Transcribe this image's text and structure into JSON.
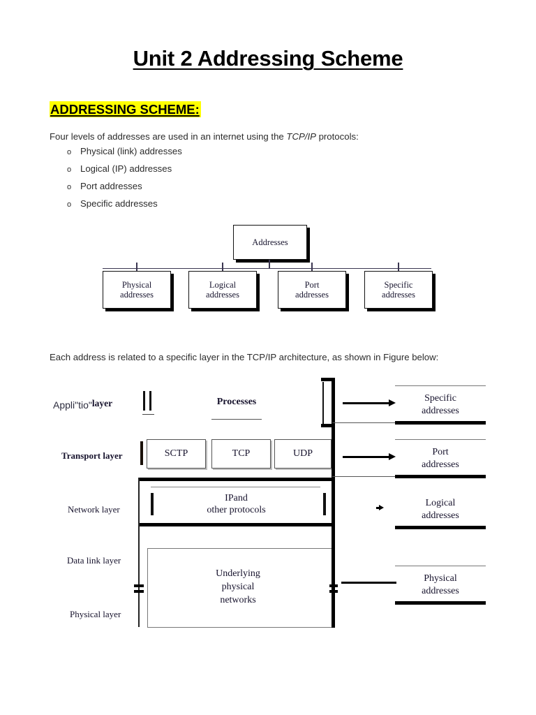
{
  "document": {
    "title": "Unit 2 Addressing Scheme",
    "section_heading": "ADDRESSING SCHEME:",
    "intro_before_italic": "Four levels of addresses are used in an internet using the ",
    "intro_italic": "TCP/IP",
    "intro_after_italic": " protocols:",
    "bullets": [
      {
        "marker": "o",
        "label": "Physical (link) addresses"
      },
      {
        "marker": "o",
        "label": "Logical (IP) addresses"
      },
      {
        "marker": "o",
        "label": "Port addresses"
      },
      {
        "marker": "o",
        "label": "Specific addresses"
      }
    ],
    "figure2_caption": "Each address is related to a specific layer in the TCP/IP architecture, as shown in Figure below:"
  },
  "figure1": {
    "root": "Addresses",
    "leaves": [
      "Physical\naddresses",
      "Logical\naddresses",
      "Port\naddresses",
      "Specific\naddresses"
    ]
  },
  "figure2": {
    "layers": {
      "application_sans": "Appli\"tio\"",
      "application_serif": "layer",
      "transport": "Transport layer",
      "network": "Network layer",
      "datalink": "Data link layer",
      "physical": "Physical layer"
    },
    "processes": "Processes",
    "transport_protocols": [
      "SCTP",
      "TCP",
      "UDP"
    ],
    "network_box": "IPand\nother protocols",
    "physical_box": "Underlying\nphysical\nnetworks",
    "address_labels": [
      "Specific\naddresses",
      "Port\naddresses",
      "Logical\naddresses",
      "Physical\naddresses"
    ]
  },
  "colors": {
    "highlight": "#ffff00",
    "ink": "#000000",
    "body_text": "#2b2b2b",
    "diagram_text": "#16122c"
  }
}
